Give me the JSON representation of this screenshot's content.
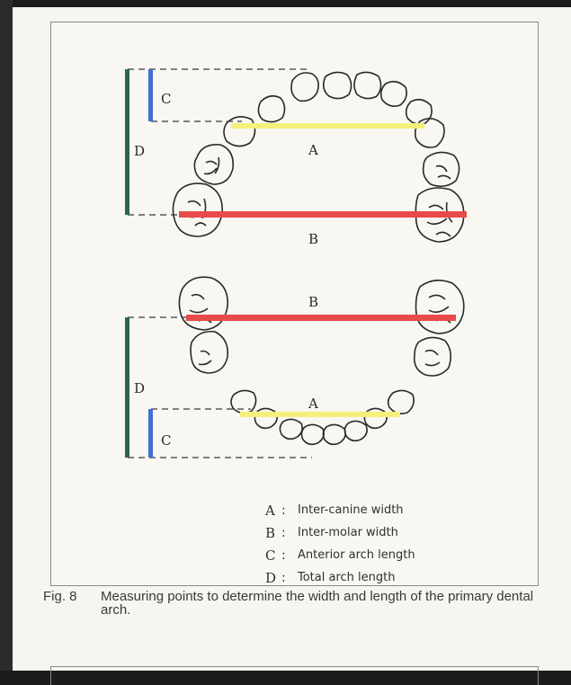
{
  "labels": {
    "upper_c": "C",
    "upper_d": "D",
    "upper_a": "A",
    "upper_b": "B",
    "lower_b": "B",
    "lower_d": "D",
    "lower_a": "A",
    "lower_c": "C"
  },
  "legend": [
    {
      "key": "A",
      "text": "Inter-canine width"
    },
    {
      "key": "B",
      "text": "Inter-molar width"
    },
    {
      "key": "C",
      "text": "Anterior arch length"
    },
    {
      "key": "D",
      "text": "Total arch length"
    }
  ],
  "caption": {
    "number": "Fig. 8",
    "text": "Measuring points to determine the width and length of the primary dental arch."
  },
  "colors": {
    "inter_canine": "#f5f07a",
    "inter_molar": "#e84a4a",
    "anterior_length": "#3f6fd4",
    "total_length": "#2e6650",
    "outline": "#2a2a2a"
  }
}
